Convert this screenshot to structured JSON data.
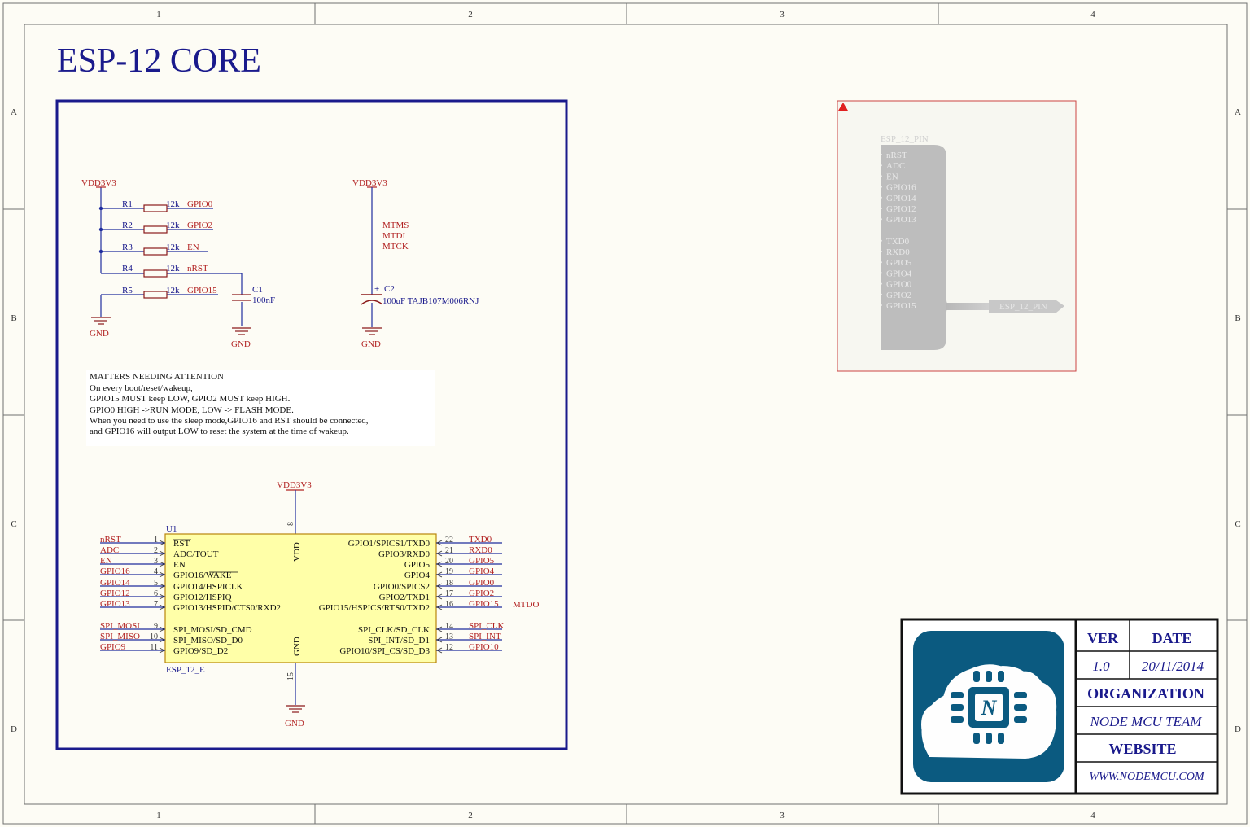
{
  "sheet": {
    "col_labels": [
      "1",
      "2",
      "3",
      "4"
    ],
    "row_labels": [
      "A",
      "B",
      "C",
      "D"
    ]
  },
  "title": "ESP-12 CORE",
  "pullups": {
    "supply": "VDD3V3",
    "gnd": "GND",
    "resistors": [
      {
        "ref": "R1",
        "value": "12k",
        "net": "GPIO0"
      },
      {
        "ref": "R2",
        "value": "12k",
        "net": "GPIO2"
      },
      {
        "ref": "R3",
        "value": "12k",
        "net": "EN"
      },
      {
        "ref": "R4",
        "value": "12k",
        "net": "nRST"
      },
      {
        "ref": "R5",
        "value": "12k",
        "net": "GPIO15"
      }
    ],
    "cap": {
      "ref": "C1",
      "value": "100nF",
      "gnd": "GND"
    }
  },
  "decoupling": {
    "supply": "VDD3V3",
    "nets": [
      "MTMS",
      "MTDI",
      "MTCK"
    ],
    "cap": {
      "ref": "C2",
      "polarity": "+",
      "value": "100uF TAJB107M006RNJ"
    },
    "gnd": "GND"
  },
  "notes": [
    "MATTERS NEEDING ATTENTION",
    "On every boot/reset/wakeup,",
    "GPIO15 MUST keep LOW, GPIO2 MUST keep HIGH.",
    "GPIO0 HIGH ->RUN MODE, LOW -> FLASH MODE.",
    "When you need to use the sleep mode,GPIO16 and RST should be connected,",
    "and GPIO16 will output LOW to reset the system at the time of wakeup."
  ],
  "u1": {
    "ref": "U1",
    "part": "ESP_12_E",
    "supply": "VDD3V3",
    "gnd": "GND",
    "vdd_pin": {
      "num": "8",
      "name": "VDD"
    },
    "gnd_pin": {
      "num": "15",
      "name": "GND"
    },
    "left_pins": [
      {
        "num": "1",
        "name": "RST",
        "net": "nRST"
      },
      {
        "num": "2",
        "name": "ADC/TOUT",
        "net": "ADC"
      },
      {
        "num": "3",
        "name": "EN",
        "net": "EN"
      },
      {
        "num": "4",
        "name": "GPIO16/WAKE",
        "net": "GPIO16"
      },
      {
        "num": "5",
        "name": "GPIO14/HSPICLK",
        "net": "GPIO14"
      },
      {
        "num": "6",
        "name": "GPIO12/HSPIQ",
        "net": "GPIO12"
      },
      {
        "num": "7",
        "name": "GPIO13/HSPID/CTS0/RXD2",
        "net": "GPIO13"
      },
      {
        "num": "9",
        "name": "SPI_MOSI/SD_CMD",
        "net": "SPI_MOSI"
      },
      {
        "num": "10",
        "name": "SPI_MISO/SD_D0",
        "net": "SPI_MISO"
      },
      {
        "num": "11",
        "name": "GPIO9/SD_D2",
        "net": "GPIO9"
      }
    ],
    "right_pins": [
      {
        "num": "22",
        "name": "GPIO1/SPICS1/TXD0",
        "net": "TXD0"
      },
      {
        "num": "21",
        "name": "GPIO3/RXD0",
        "net": "RXD0"
      },
      {
        "num": "20",
        "name": "GPIO5",
        "net": "GPIO5"
      },
      {
        "num": "19",
        "name": "GPIO4",
        "net": "GPIO4"
      },
      {
        "num": "18",
        "name": "GPIO0/SPICS2",
        "net": "GPIO0"
      },
      {
        "num": "17",
        "name": "GPIO2/TXD1",
        "net": "GPIO2"
      },
      {
        "num": "16",
        "name": "GPIO15/HSPICS/RTS0/TXD2",
        "net": "GPIO15"
      },
      {
        "num": "14",
        "name": "SPI_CLK/SD_CLK",
        "net": "SPI_CLK"
      },
      {
        "num": "13",
        "name": "SPI_INT/SD_D1",
        "net": "SPI_INT"
      },
      {
        "num": "12",
        "name": "GPIO10/SPI_CS/SD_D3",
        "net": "GPIO10"
      }
    ],
    "extra_net": "MTDO"
  },
  "sheet_symbol": {
    "title": "ESP_12_PIN",
    "pins": [
      "nRST",
      "ADC",
      "EN",
      "GPIO16",
      "GPIO14",
      "GPIO12",
      "GPIO13",
      "TXD0",
      "RXD0",
      "GPIO5",
      "GPIO4",
      "GPIO0",
      "GPIO2",
      "GPIO15"
    ],
    "port": "ESP_12_PIN"
  },
  "title_block": {
    "ver_label": "VER",
    "date_label": "DATE",
    "ver": "1.0",
    "date": "20/11/2014",
    "org_label": "ORGANIZATION",
    "org": "NODE MCU TEAM",
    "web_label": "WEBSITE",
    "web": "WWW.NODEMCU.COM",
    "logo_letter": "N"
  },
  "colors": {
    "net": "#b22222",
    "wire": "#1f2d9e",
    "component": "#8b1a1a",
    "title": "#1a1a8c",
    "chip": "#ffffa8",
    "logo": "#0b5a80"
  }
}
